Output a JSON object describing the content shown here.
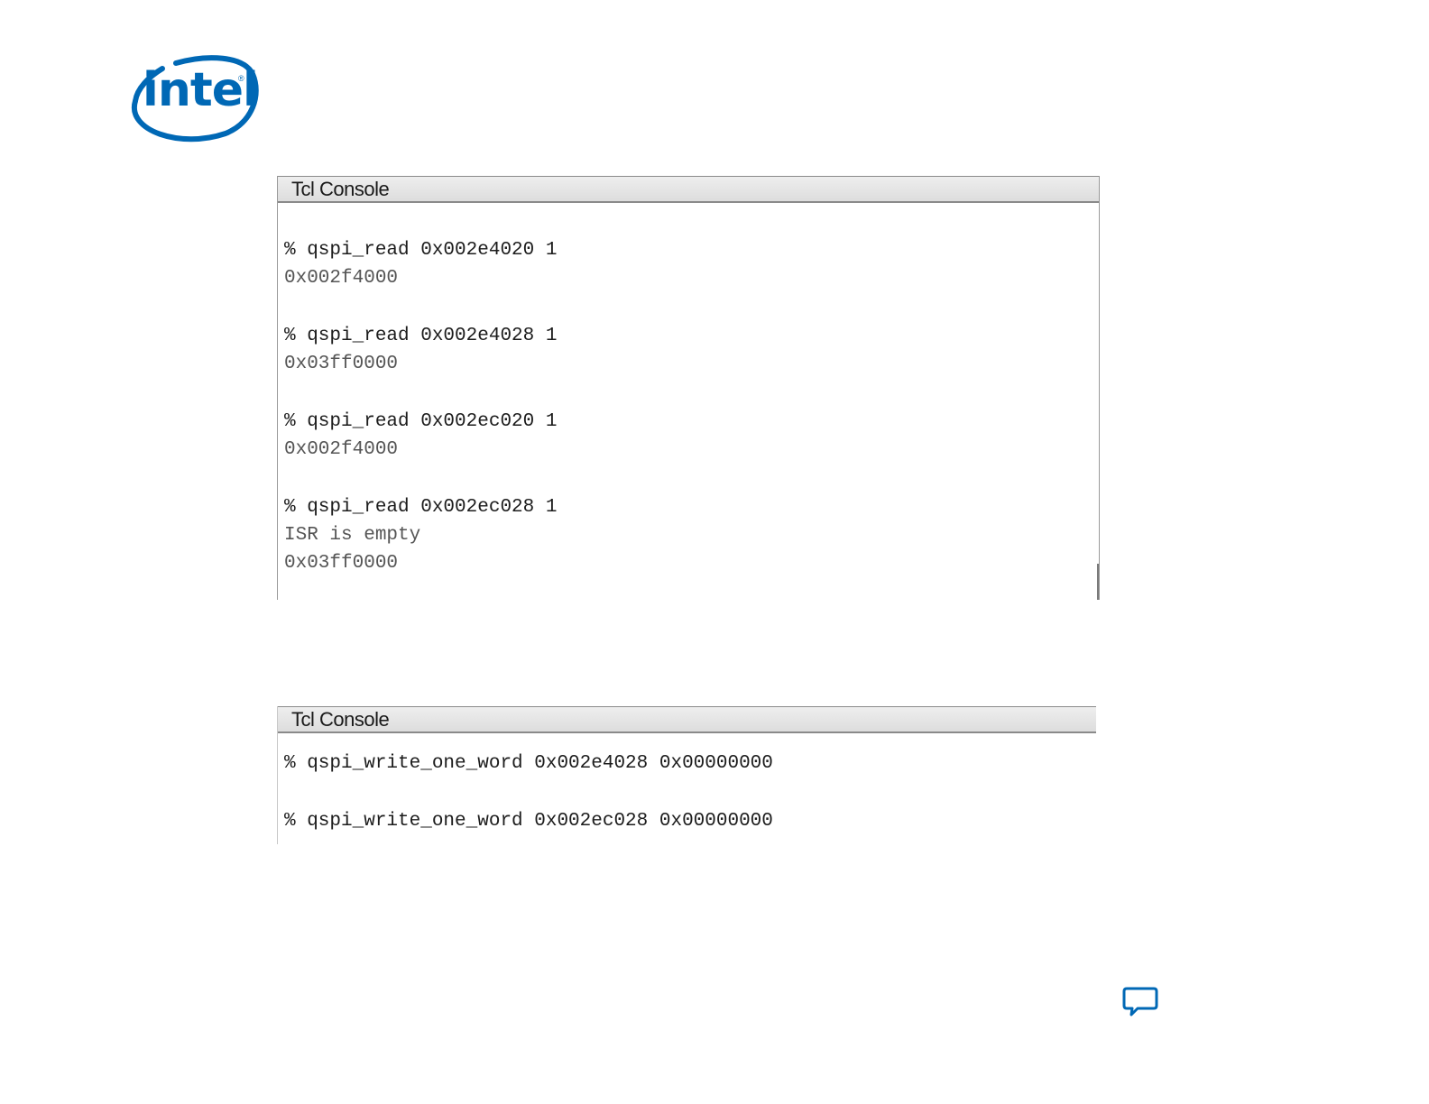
{
  "logo": {
    "text": "intel",
    "mark": "®",
    "color": "#0068b5"
  },
  "console1": {
    "title": "Tcl Console",
    "lines": [
      {
        "kind": "cmd",
        "text": "% qspi_read 0x002e4020 1"
      },
      {
        "kind": "out",
        "text": "0x002f4000"
      },
      {
        "kind": "cmd",
        "text": "% qspi_read 0x002e4028 1"
      },
      {
        "kind": "out",
        "text": "0x03ff0000"
      },
      {
        "kind": "cmd",
        "text": "% qspi_read 0x002ec020 1"
      },
      {
        "kind": "out",
        "text": "0x002f4000"
      },
      {
        "kind": "cmd",
        "text": "% qspi_read 0x002ec028 1"
      },
      {
        "kind": "out",
        "text": "ISR is empty"
      },
      {
        "kind": "out",
        "text": "0x03ff0000"
      }
    ]
  },
  "console2": {
    "title": "Tcl Console",
    "lines": [
      {
        "kind": "cmd",
        "text": "% qspi_write_one_word 0x002e4028 0x00000000"
      },
      {
        "kind": "cmd",
        "text": "% qspi_write_one_word 0x002ec028 0x00000000"
      }
    ]
  },
  "feedback": {
    "icon": "speech-bubble-icon",
    "color": "#0068b5"
  }
}
